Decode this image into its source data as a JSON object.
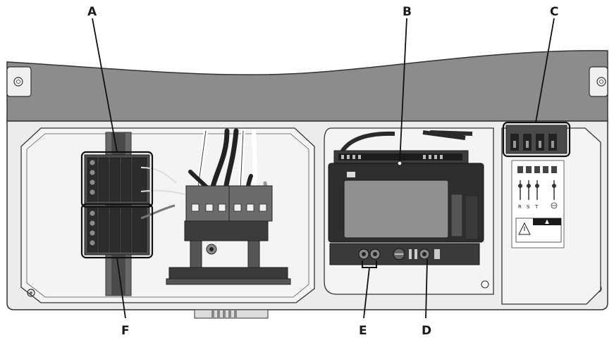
{
  "callouts": {
    "A": "A",
    "B": "B",
    "C": "C",
    "D": "D",
    "E": "E",
    "F": "F"
  },
  "terminal_labels": {
    "r": "R",
    "s": "S",
    "t": "T"
  },
  "colors": {
    "housing_lid": "#8c8c8c",
    "housing_body": "#ececec",
    "outline": "#333333",
    "display": "#909090",
    "terminal_block": "#5a5a5a",
    "warning_label": "#1a1a1a"
  }
}
